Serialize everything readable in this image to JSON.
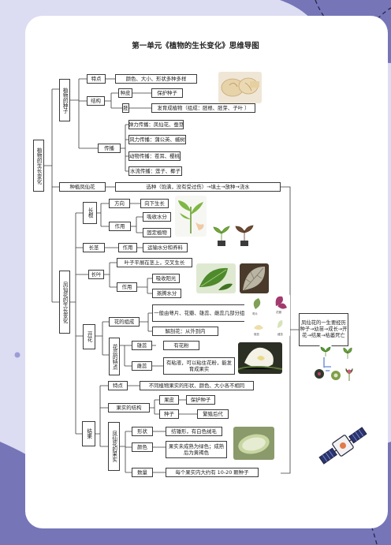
{
  "title": "第一单元《植物的生长变化》思维导图",
  "root": "植物的生长变化",
  "seed": {
    "label": "植物的种子",
    "features": {
      "label": "特点",
      "text": "颜色、大小、形状多种多样"
    },
    "structure": {
      "label": "结构",
      "coat": "种皮",
      "coat_text": "保护种子",
      "embryo": "胚",
      "embryo_text": "发育成植物（组成：胚根、胚芽、子叶 ）"
    },
    "spread": {
      "label": "传播",
      "items": [
        "弹力传播：凤仙花、蚕豆",
        "风力传播：蒲公英、槭树",
        "动物传播：苍耳、樱桃",
        "水流传播：莲子、椰子"
      ]
    }
  },
  "planting": {
    "label": "种植凤仙花",
    "text": "选种（饱满，没有受过伤）→填土→放种→浇水"
  },
  "balsam": {
    "label": "凤仙花的生长变化",
    "root": {
      "label": "长根",
      "direction": "方向",
      "direction_text": "向下生长",
      "function": "作用",
      "func_items": [
        "吸收水分",
        "固定植物"
      ]
    },
    "stem": {
      "label": "长茎",
      "function": "作用",
      "text": "运输水分和养料"
    },
    "leaf": {
      "label": "长叶",
      "arrange": "叶子平展在茎上，交叉生长",
      "function": "作用",
      "items": [
        "吸收阳光",
        "蒸腾水分"
      ]
    },
    "flower": {
      "label": "开花",
      "parts": "花的组成",
      "parts_text": "一般由萼片、花瓣、雄蕊、雌蕊几部分组成",
      "dissect": "解剖花：从外到内",
      "stamen_pistil": "花蕊的特点",
      "stamen": "雄蕊",
      "stamen_text": "有花粉",
      "pistil": "雌蕊",
      "pistil_text": "有粘液，可以粘住花粉，能发育成果实",
      "flower_part_labels": [
        "萼片",
        "花瓣",
        "雄蕊",
        "雌蕊"
      ]
    },
    "fruit": {
      "label": "结果",
      "feature": "特点",
      "feature_text": "不同植物果实的形状、颜色、大小各不相同",
      "structure": "果实的结构",
      "peel": "果皮",
      "peel_text": "保护种子",
      "seed": "种子",
      "seed_text": "繁殖后代",
      "balsam_fruit": "凤仙花的果实",
      "shape": "形状",
      "shape_text": "纺锤形，有白色绒毛",
      "color": "颜色",
      "color_text": "果实未成熟为绿色；成熟后为黄褐色",
      "count": "数量",
      "count_text": "每个果实内大约有 10-20 颗种子"
    }
  },
  "lifecycle": "凤仙花的一生要经历种子→幼苗→成长→开花→结果→枯萎死亡",
  "colors": {
    "background": "#dcdcf2",
    "blob": "#6f6fb6",
    "border": "#3b3b3b",
    "sheet": "#ffffff"
  }
}
